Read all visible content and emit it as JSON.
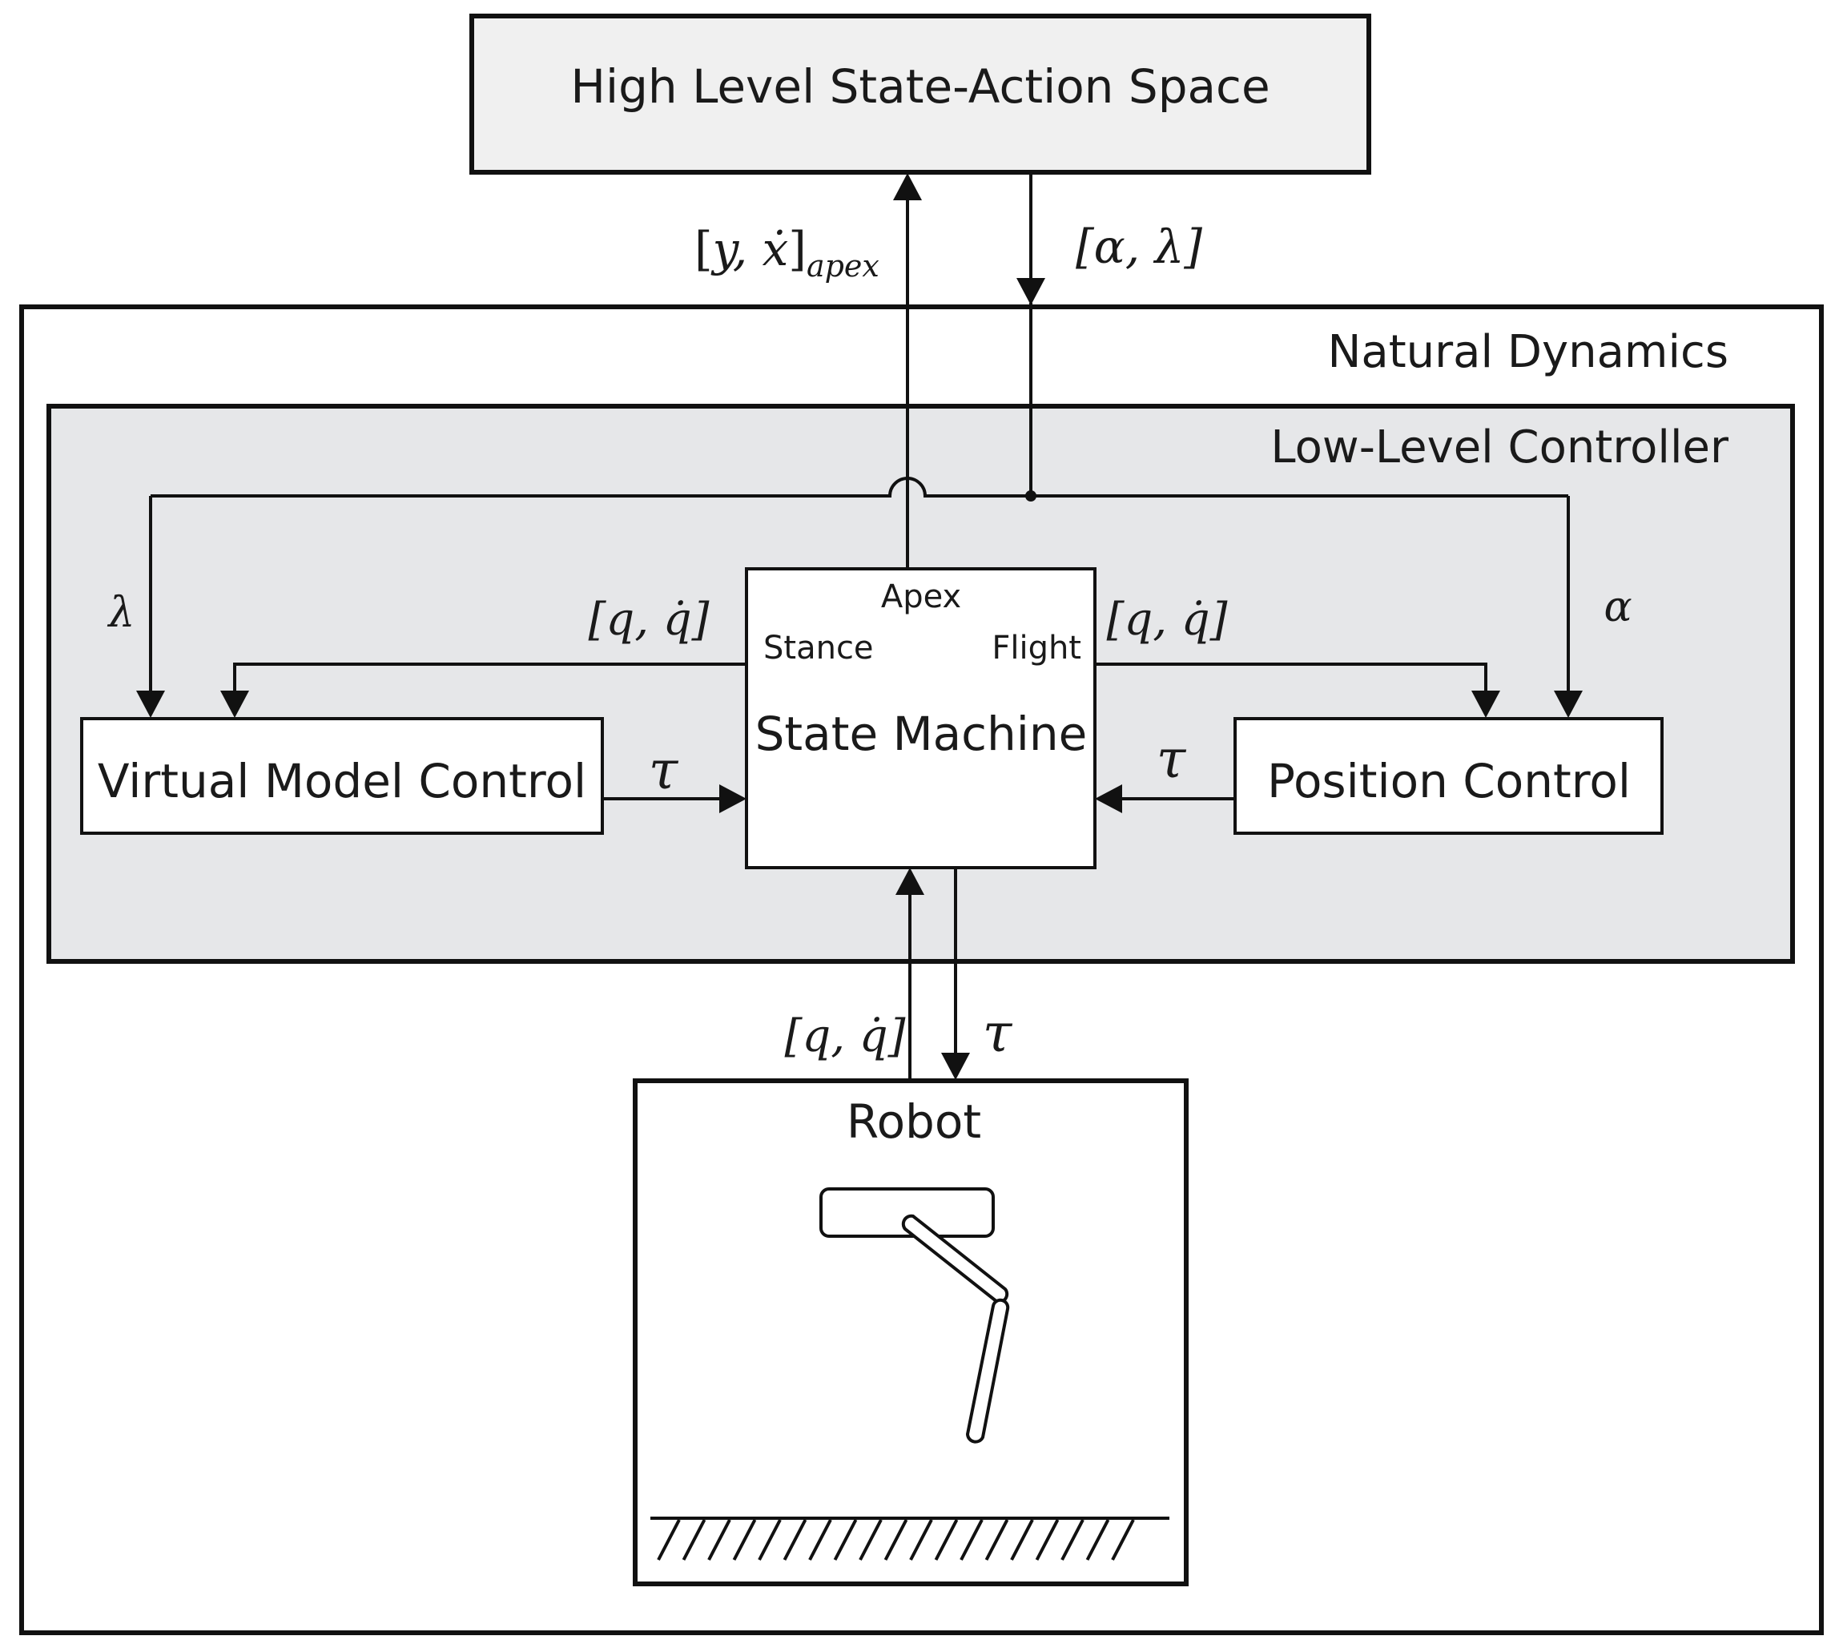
{
  "diagram": {
    "top_box": {
      "title": "High Level State-Action Space"
    },
    "outer_box": {
      "title": "Natural Dynamics"
    },
    "controller_box": {
      "title": "Low-Level Controller"
    },
    "state_machine": {
      "title": "State Machine",
      "phase_apex": "Apex",
      "phase_stance": "Stance",
      "phase_flight": "Flight"
    },
    "vmc_box": {
      "title": "Virtual Model Control"
    },
    "position_box": {
      "title": "Position Control"
    },
    "robot_box": {
      "title": "Robot"
    },
    "signals": {
      "apex_state": {
        "open": "[",
        "vars": "y, ẋ",
        "close": "]",
        "subscript": "apex"
      },
      "action": "[α, λ]",
      "lambda": "λ",
      "alpha": "α",
      "q_qdot_left": "[q, q̇]",
      "q_qdot_right": "[q, q̇]",
      "q_qdot_robot": "[q, q̇]",
      "tau_left": "τ",
      "tau_right": "τ",
      "tau_robot": "τ"
    }
  },
  "colors": {
    "stroke": "#111111",
    "top_box_fill": "#f0f0f0",
    "controller_fill": "#e6e7e9",
    "white": "#ffffff"
  }
}
